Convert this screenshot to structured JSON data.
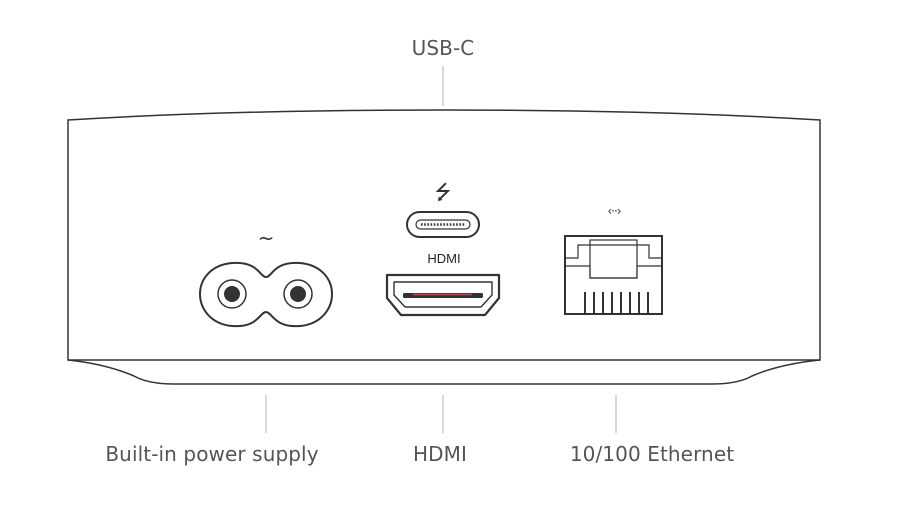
{
  "callouts": {
    "usb_c": "USB-C",
    "power": "Built-in power supply",
    "hdmi": "HDMI",
    "ethernet": "10/100 Ethernet"
  },
  "ports": {
    "hdmi_text": "HDMI"
  },
  "glyphs": {
    "ac": "~",
    "usb": "⭍",
    "ethernet": "‹··›"
  },
  "colors": {
    "outline": "#333333",
    "leader_line": "#cccccc",
    "label_text": "#555555",
    "hdmi_slot_accent": "#d3434b"
  }
}
